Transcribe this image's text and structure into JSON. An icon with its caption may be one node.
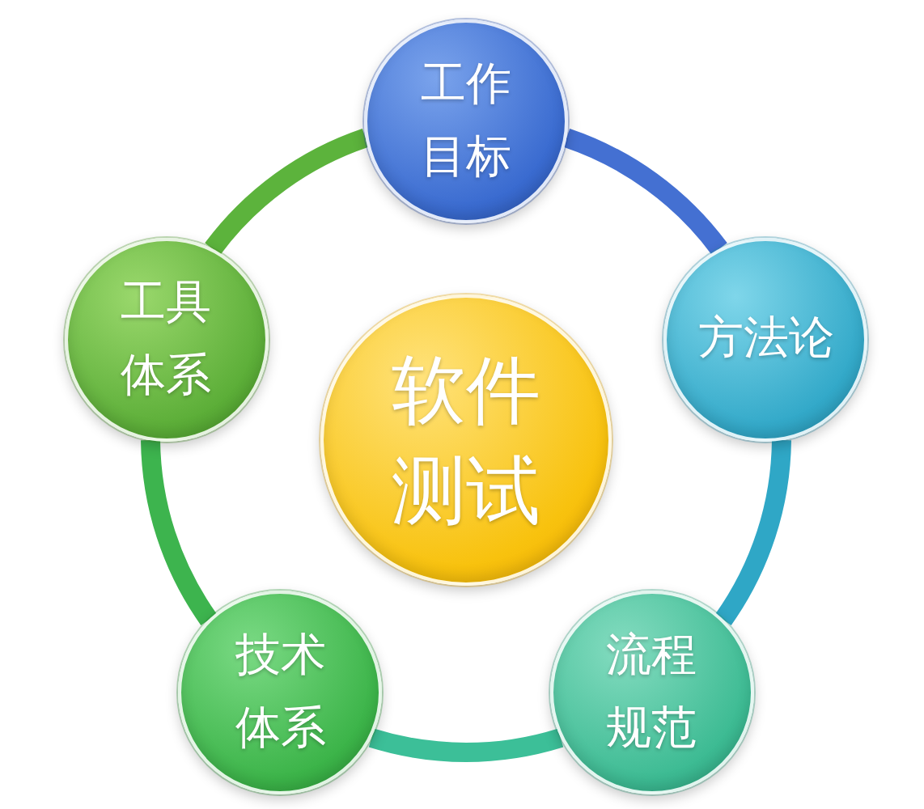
{
  "diagram": {
    "nodes": [
      {
        "text": [
          "工作目标"
        ]
      },
      {
        "text": [
          "工具体系"
        ]
      },
      {
        "text": [
          "软件测试"
        ]
      },
      {
        "text": [
          "方法论"
        ]
      },
      {
        "text": [
          "技术体系"
        ]
      },
      {
        "text": [
          "流程规范"
        ]
      }
    ],
    "edges": [
      {
        "from": 0,
        "to": 3,
        "arrow": "none",
        "color": "#4470d2"
      },
      {
        "from": 3,
        "to": 5,
        "arrow": "none",
        "color": "#2fa7c6"
      },
      {
        "from": 5,
        "to": 4,
        "arrow": "none",
        "color": "#3cbf98"
      },
      {
        "from": 4,
        "to": 1,
        "arrow": "none",
        "color": "#3db44e"
      },
      {
        "from": 1,
        "to": 0,
        "arrow": "none",
        "color": "#5cb33c"
      }
    ]
  }
}
